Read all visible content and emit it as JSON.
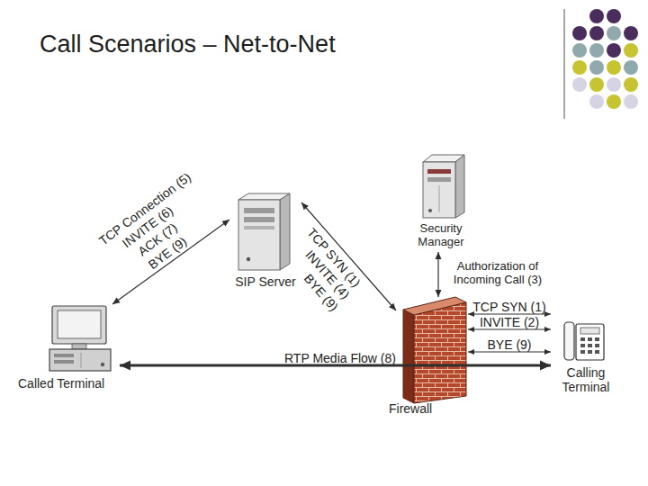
{
  "diagram": {
    "title": "Call Scenarios – Net-to-Net",
    "nodes": [
      {
        "text": [
          "Called Terminal"
        ]
      },
      {
        "text": [
          "SIP Server"
        ]
      },
      {
        "text": [
          "Security Manager"
        ]
      },
      {
        "text": [
          "Firewall"
        ]
      },
      {
        "text": [
          "Calling Terminal"
        ]
      }
    ],
    "edges": [
      {
        "from": 0,
        "to": 1,
        "arrow": "both"
      },
      {
        "from": 1,
        "to": 3,
        "arrow": "both"
      },
      {
        "from": 2,
        "to": 3,
        "label": "Authorization of Incoming Call (3)",
        "arrow": "both"
      },
      {
        "from": 4,
        "to": 3,
        "label": "TCP SYN (1)",
        "arrow": "both"
      },
      {
        "from": 4,
        "to": 3,
        "label": "INVITE (2)",
        "arrow": "both"
      },
      {
        "from": 4,
        "to": 3,
        "label": "BYE (9)",
        "arrow": "both"
      },
      {
        "from": 0,
        "to": 4,
        "label": "RTP Media Flow (8)",
        "arrow": "both"
      }
    ],
    "labels": [
      "TCP Connection (5)",
      "INVITE (6)",
      "ACK (7)",
      "BYE (9)",
      "TCP SYN (1)",
      "INVITE (4)",
      "BYE (9)"
    ]
  }
}
